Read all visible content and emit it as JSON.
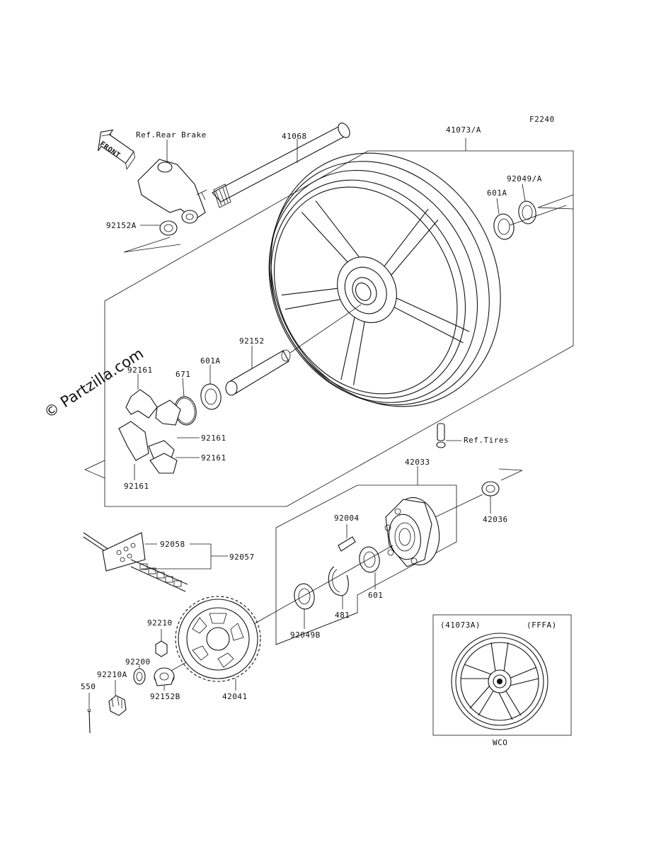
{
  "figure_code": "F2240",
  "watermark": "© Partzilla.com",
  "front_arrow": "FRONT",
  "refs": {
    "rear_brake": "Ref.Rear Brake",
    "tires": "Ref.Tires"
  },
  "labels": {
    "p41068": "41068",
    "p41073A": "41073/A",
    "p92049A": "92049/A",
    "p601A_top": "601A",
    "p92152A": "92152A",
    "p92152": "92152",
    "p601A": "601A",
    "p671": "671",
    "p92161_a": "92161",
    "p92161_b": "92161",
    "p92161_c": "92161",
    "p92161_d": "92161",
    "p42033": "42033",
    "p42036": "42036",
    "p92004": "92004",
    "p92058": "92058",
    "p92057": "92057",
    "p601": "601",
    "p481": "481",
    "p92049B": "92049B",
    "p92210": "92210",
    "p92200": "92200",
    "p92210A": "92210A",
    "p550": "550",
    "p92152B": "92152B",
    "p42041": "42041"
  },
  "inset": {
    "part": "(41073A)",
    "code": "(FFFA)",
    "color": "WCO"
  }
}
